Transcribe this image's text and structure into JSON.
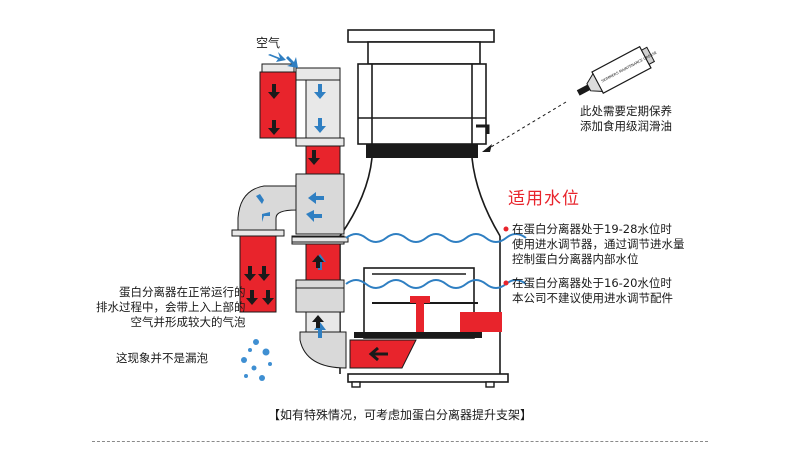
{
  "labels": {
    "air": "空气",
    "grease_tube": "SKIMMERS MAINTENANCE GREASE",
    "grease_note": [
      "此处需要定期保养",
      "添加食用级润滑油"
    ],
    "water_title": "适用水位",
    "level_note_1": [
      "在蛋白分离器处于19-28水位时",
      "使用进水调节器，通过调节进水量",
      "控制蛋白分离器内部水位"
    ],
    "level_note_2": [
      "在蛋白分离器处于16-20水位时",
      "本公司不建议使用进水调节配件"
    ],
    "left_note": [
      "蛋白分离器在正常运行的",
      "排水过程中，会带上入上部的",
      "空气并形成较大的气泡"
    ],
    "leak_note": "这现象并不是漏泡",
    "bottom_note": "【如有特殊情况，可考虑加蛋白分离器提升支架】"
  },
  "colors": {
    "pipe_red": "#e8242c",
    "pipe_gray": "#d9d9d9",
    "water_blue": "#2f7fc2",
    "bubble_blue": "#3f8fd2",
    "accent_red": "#e8242c",
    "outline": "#1a1a1a"
  }
}
